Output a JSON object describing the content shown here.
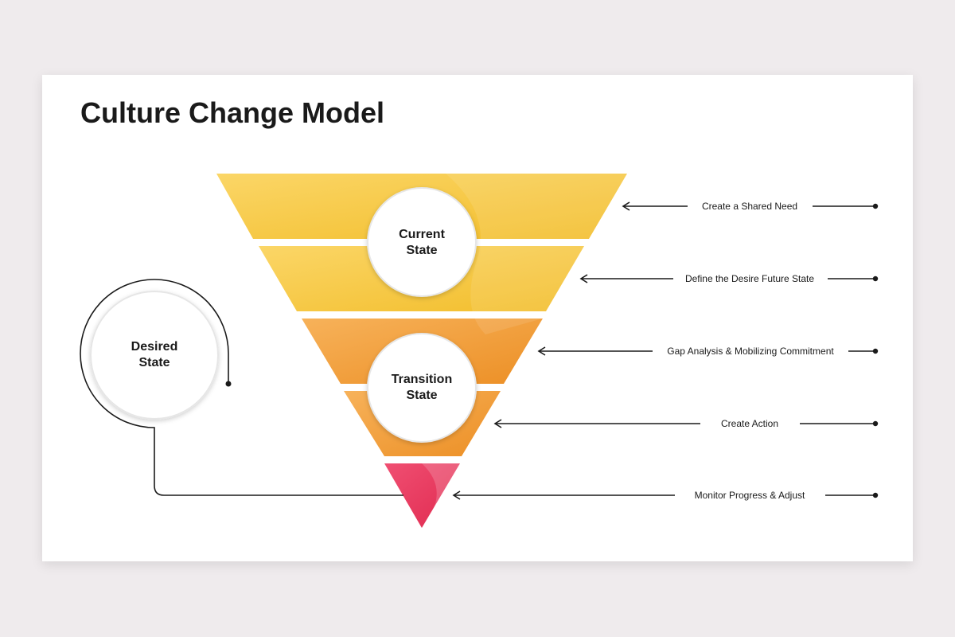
{
  "title": "Culture Change Model",
  "colors": {
    "background": "#efebed",
    "yellow": "#f6c63c",
    "orange": "#f0a03c",
    "pink": "#e8365c",
    "line": "#1a1a1a"
  },
  "circles": {
    "current": {
      "line1": "Current",
      "line2": "State"
    },
    "transition": {
      "line1": "Transition",
      "line2": "State"
    },
    "desired": {
      "line1": "Desired",
      "line2": "State"
    }
  },
  "steps": [
    {
      "label": "Create a Shared Need"
    },
    {
      "label": "Define the Desire Future State"
    },
    {
      "label": "Gap Analysis & Mobilizing Commitment"
    },
    {
      "label": "Create Action"
    },
    {
      "label": "Monitor Progress & Adjust"
    }
  ]
}
